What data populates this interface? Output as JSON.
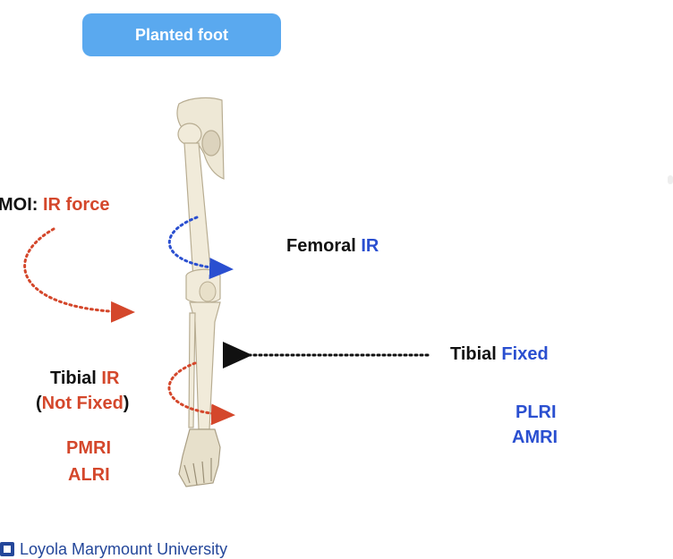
{
  "header": {
    "pill_label": "Planted foot"
  },
  "left": {
    "moi_prefix": "MOI: ",
    "moi_force": "IR force",
    "tibial_word": "Tibial ",
    "tibial_ir": "IR",
    "not_fixed_open": "(",
    "not_fixed": "Not Fixed",
    "not_fixed_close": ")",
    "pmri": "PMRI",
    "alri": "ALRI"
  },
  "middle": {
    "femoral_word": "Femoral ",
    "femoral_ir": "IR"
  },
  "right": {
    "tibial_word": "Tibial ",
    "tibial_fixed": "Fixed",
    "plri": "PLRI",
    "amri": "AMRI"
  },
  "footer": {
    "institution": "Loyola Marymount University"
  },
  "colors": {
    "red": "#d4472b",
    "blue": "#2a4fd0",
    "pill": "#5aa9ef",
    "footer": "#24479a"
  }
}
